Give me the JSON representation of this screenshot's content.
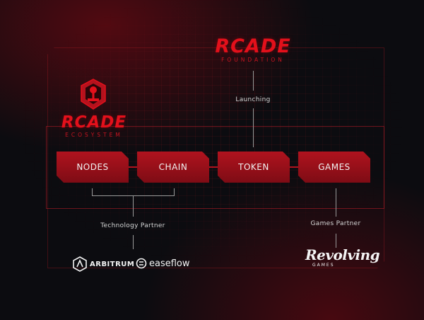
{
  "foundation": {
    "word": "RCADE",
    "sub": "FOUNDATION"
  },
  "ecosystem": {
    "word": "RCADE",
    "sub": "ECOSYSTEM"
  },
  "labels": {
    "launching": "Launching",
    "technology_partner": "Technology Partner",
    "games_partner": "Games Partner"
  },
  "nodes": [
    "NODES",
    "CHAIN",
    "TOKEN",
    "GAMES"
  ],
  "partners": {
    "arbitrum": "ARBITRUM",
    "easeflow": "easeflow",
    "revolving": {
      "word": "Revolving",
      "sub": "GAMES"
    }
  },
  "colors": {
    "accent": "#e3101b",
    "node_fill": "#a0111b",
    "background": "#0c0c10"
  }
}
